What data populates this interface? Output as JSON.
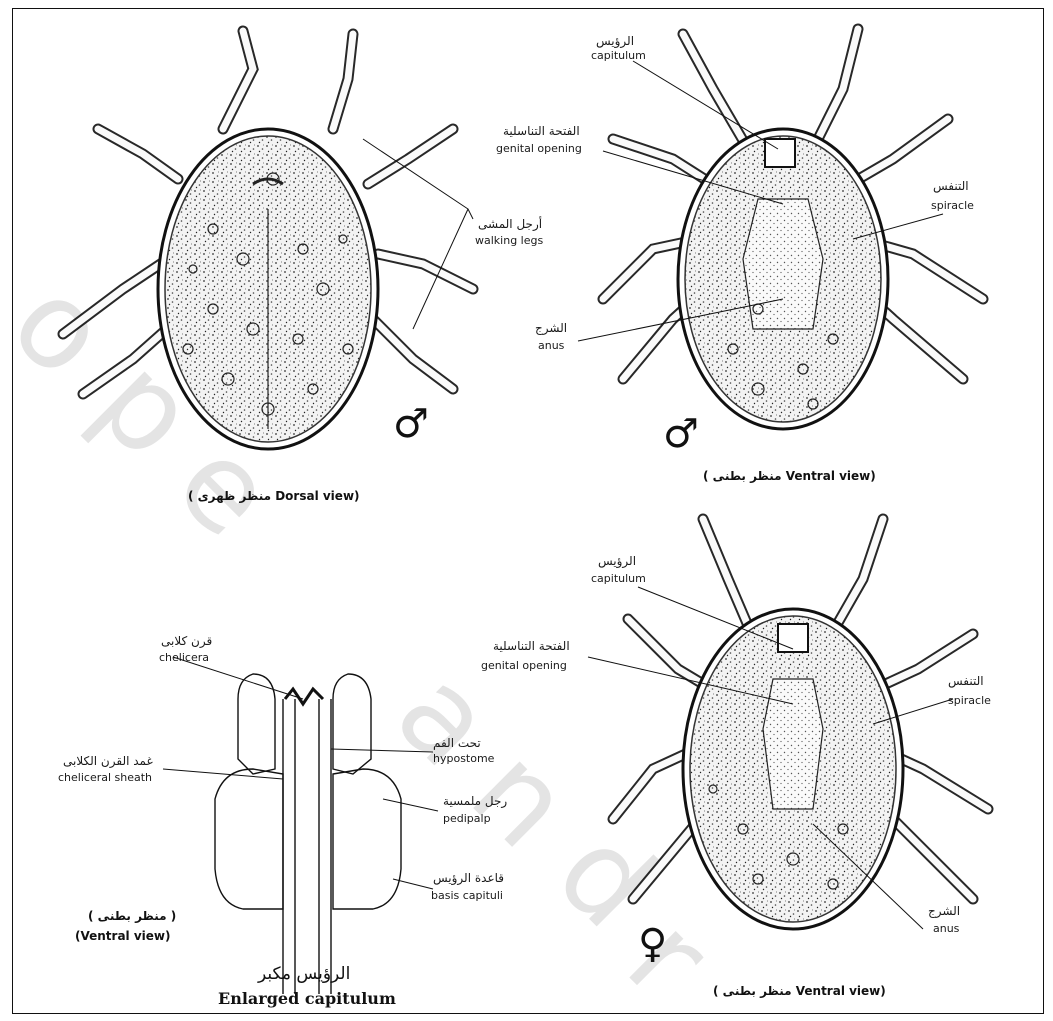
{
  "watermark": [
    "o",
    "p",
    "e",
    "a",
    "n",
    "d",
    "r"
  ],
  "dorsal_male": {
    "labels": {
      "walking_legs_ar": "أرجل المشى",
      "walking_legs_en": "walking legs"
    },
    "caption": "( منظر ظهرى  Dorsal view)",
    "sex_symbol": "♂"
  },
  "ventral_male": {
    "labels": {
      "capitulum_ar": "الرؤيس",
      "capitulum_en": "capitulum",
      "genital_ar": "الفتحة التناسلية",
      "genital_en": "genital opening",
      "spiracle_ar": "التنفس",
      "spiracle_en": "spiracle",
      "anus_ar": "الشرج",
      "anus_en": "anus"
    },
    "caption": "( منظر بطنى  Ventral view)",
    "sex_symbol": "♂"
  },
  "capitulum": {
    "labels": {
      "chelicera_ar": "قرن كلابى",
      "chelicera_en": "chelicera",
      "sheath_ar": "غمد القرن الكلابى",
      "sheath_en": "cheliceral sheath",
      "hypostome_ar": "تحت الفم",
      "hypostome_en": "hypostome",
      "pedipalp_ar": "رجل ملمسية",
      "pedipalp_en": "pedipalp",
      "basis_ar": "قاعدة الرؤيس",
      "basis_en": "basis capituli"
    },
    "view_ar": "( منظر بطنى )",
    "view_en": "(Ventral view)",
    "title_ar": "الرؤيس مكبر",
    "title_en": "Enlarged capitulum"
  },
  "ventral_female": {
    "labels": {
      "capitulum_ar": "الرؤيس",
      "capitulum_en": "capitulum",
      "genital_ar": "الفتحة التناسلية",
      "genital_en": "genital opening",
      "spiracle_ar": "التنفس",
      "spiracle_en": "spiracle",
      "anus_ar": "الشرج",
      "anus_en": "anus"
    },
    "caption": "( منظر بطنى  Ventral view)",
    "sex_symbol": "♀"
  }
}
